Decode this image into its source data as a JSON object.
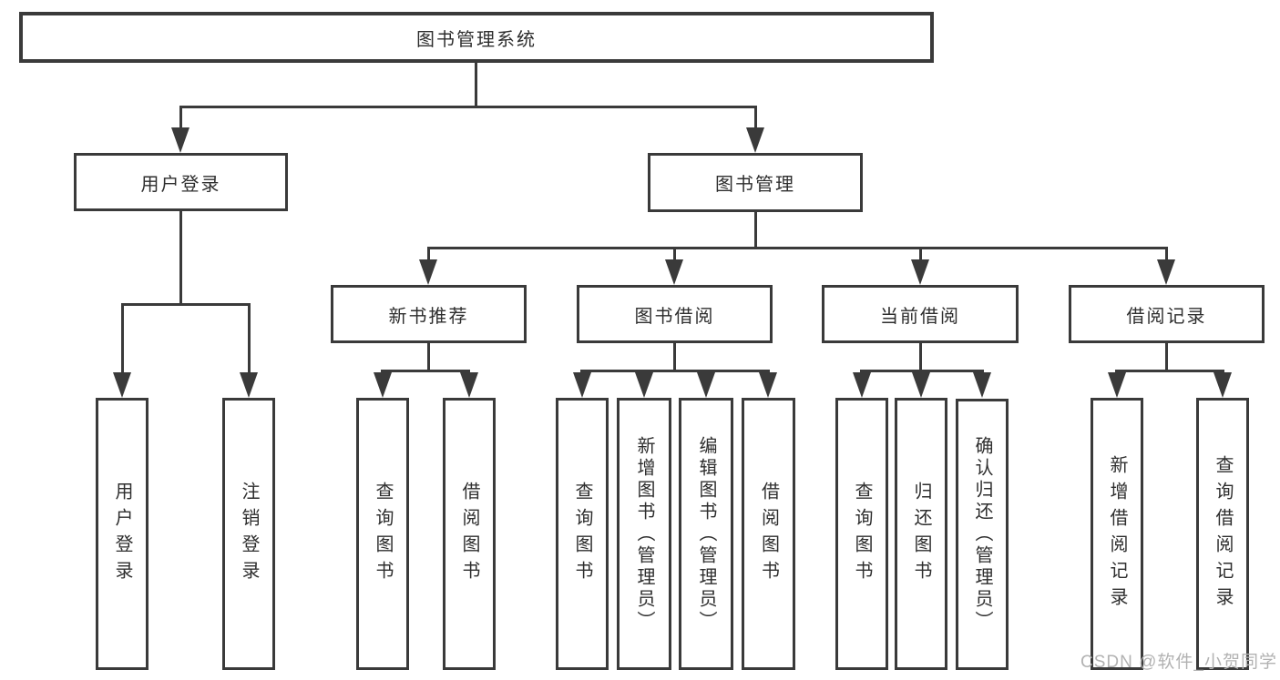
{
  "diagram": {
    "title": "图书管理系统",
    "root": "图书管理系统",
    "level2": {
      "user_login": "用户登录",
      "book_management": "图书管理"
    },
    "level3": {
      "new_book_recommend": "新书推荐",
      "book_borrow": "图书借阅",
      "current_borrow": "当前借阅",
      "borrow_records": "借阅记录"
    },
    "leaves": {
      "user_login": "用户登录",
      "logout": "注销登录",
      "recommend_query_books": "查询图书",
      "recommend_borrow_books": "借阅图书",
      "borrow_query_books": "查询图书",
      "borrow_add_books_admin": "新增图书（管理员）",
      "borrow_edit_books_admin": "编辑图书（管理员）",
      "borrow_borrow_books": "借阅图书",
      "current_query_books": "查询图书",
      "current_return_books": "归还图书",
      "current_confirm_return_admin": "确认归还（管理员）",
      "records_add_record": "新增借阅记录",
      "records_query_record": "查询借阅记录"
    }
  },
  "watermark": "CSDN @软件_小贺同学",
  "colors": {
    "line": "#3a3a3a",
    "text": "#2e2e2e",
    "watermark": "#b2b2b2",
    "background": "#ffffff"
  }
}
